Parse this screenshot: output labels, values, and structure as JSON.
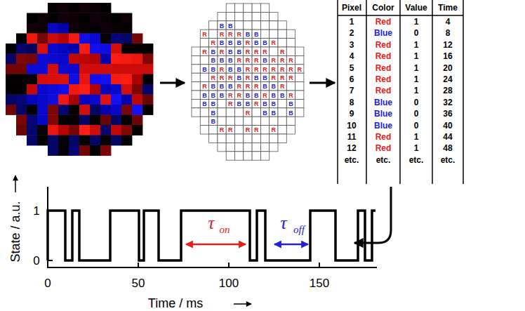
{
  "diagram": {
    "labels": [
      "B",
      "B",
      "R",
      "R",
      "R",
      "R",
      "B",
      "B",
      "R",
      "B",
      "B",
      "B",
      "R",
      "B",
      "B",
      "R",
      "R",
      "B",
      "R",
      "B",
      "B",
      "R",
      "R",
      "R",
      "R",
      "B",
      "B",
      "B",
      "R",
      "R",
      "R",
      "B",
      "R",
      "R",
      "R",
      "B",
      "B",
      "R",
      "B",
      "B",
      "R",
      "R",
      "R",
      "R",
      "R",
      "R",
      "R",
      "R",
      "R",
      "R",
      "B",
      "R",
      "B",
      "B",
      "R",
      "R",
      "R",
      "R",
      "B",
      "B",
      "B",
      "R",
      "R",
      "R",
      "B",
      "B",
      "R",
      "B",
      "B",
      "B",
      "R",
      "R",
      "B",
      "B",
      "R",
      "B",
      "B",
      "R",
      "B",
      "B",
      "R",
      "B",
      "B",
      "R",
      "B",
      "B",
      "B",
      "B",
      "R",
      "B",
      "B",
      "B",
      "B",
      "R",
      "R",
      "R",
      "R",
      "R",
      "Pixel",
      "Color",
      "Value",
      "Time",
      "1",
      "Red",
      "1",
      "4",
      "2",
      "Blue",
      "0",
      "8",
      "3",
      "Red",
      "1",
      "12",
      "4",
      "Red",
      "1",
      "16",
      "5",
      "Red",
      "1",
      "20",
      "6",
      "Red",
      "1",
      "24",
      "7",
      "Red",
      "1",
      "28",
      "8",
      "Blue",
      "0",
      "32",
      "9",
      "Blue",
      "0",
      "36",
      "10",
      "Blue",
      "0",
      "40",
      "11",
      "Red",
      "1",
      "44",
      "12",
      "Red",
      "1",
      "48",
      "etc.",
      "etc.",
      "etc.",
      "etc.",
      "State / a.u.",
      "1",
      "0",
      "0",
      "50",
      "100",
      "150",
      "Time / ms",
      "τ",
      "on",
      "τ",
      "off"
    ]
  }
}
